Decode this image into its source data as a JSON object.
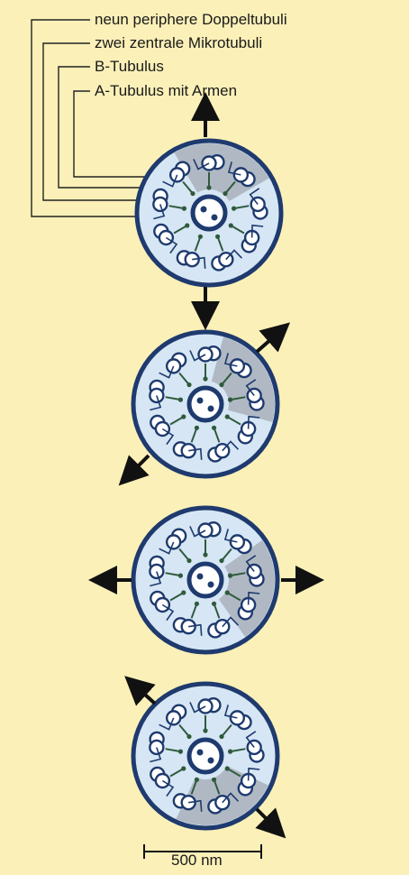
{
  "labels": {
    "peripheral_doublets": "neun periphere Doppeltubuli",
    "central_microtubules": "zwei zentrale Mikrotubuli",
    "b_tubulus": "B-Tubulus",
    "a_tubulus": "A-Tubulus mit Armen"
  },
  "scale_bar": {
    "label": "500 nm"
  },
  "colors": {
    "background": "#fbf0b8",
    "cross_section_fill": "#d6e6f4",
    "membrane": "#1e3a6e",
    "active_sector": "#a3aab3",
    "spoke": "#2f5a3c",
    "doublet_outline": "#1e3a6e",
    "arrow": "#111111"
  },
  "cross_sections": [
    {
      "name": "stage-1",
      "arrow_axis": "vertical"
    },
    {
      "name": "stage-2",
      "arrow_axis": "diagonal-ne-sw"
    },
    {
      "name": "stage-3",
      "arrow_axis": "horizontal"
    },
    {
      "name": "stage-4",
      "arrow_axis": "diagonal-nw-se"
    }
  ]
}
